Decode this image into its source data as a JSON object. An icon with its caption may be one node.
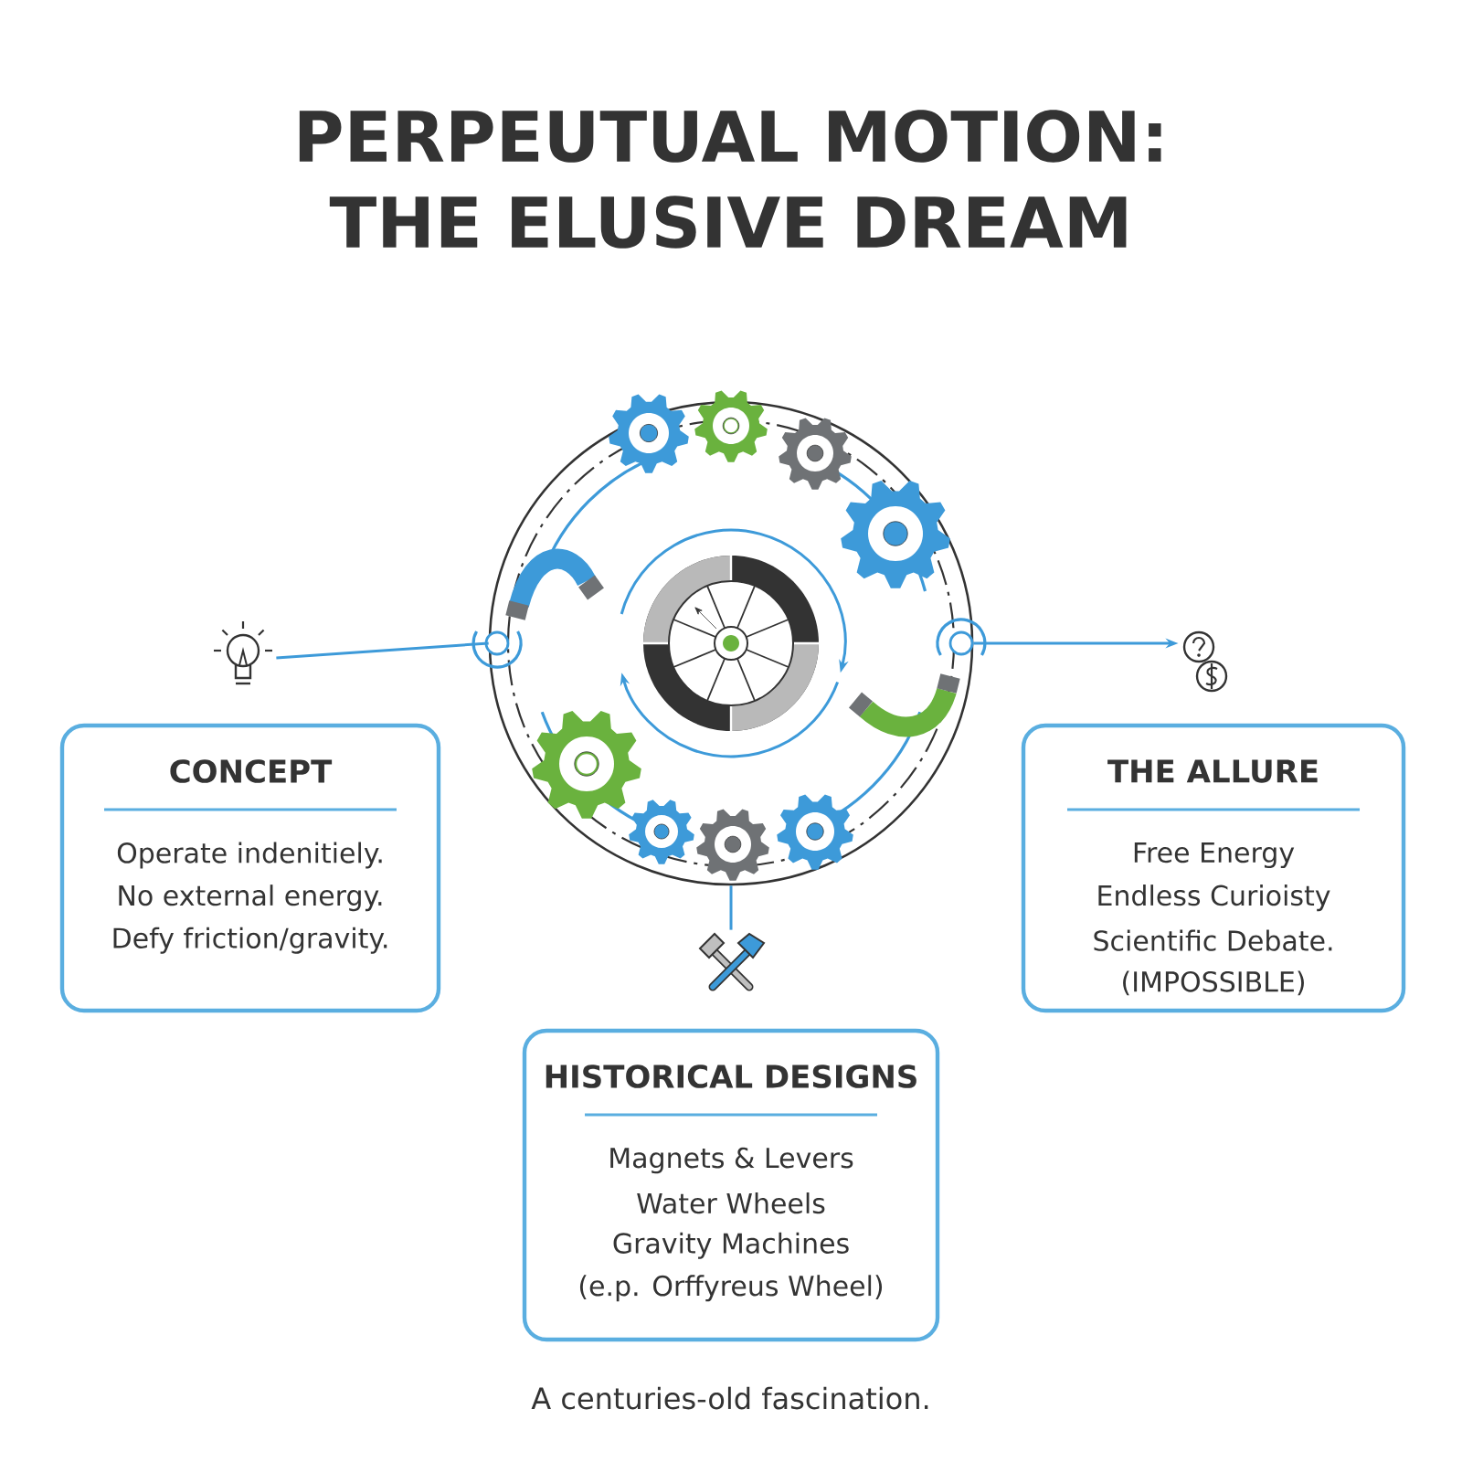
{
  "diagram": {
    "title": "PERPEUTUAL MOTION: THE ELUSIVE DREAM",
    "caption": "A centuries-old fascination.",
    "nodes": [
      {
        "text": [],
        "shape": "picture"
      },
      {
        "text": [
          "CONCEPT",
          "Operate indenitiely.",
          "No external energy.",
          "Defy friction/gravity."
        ]
      },
      {
        "text": [],
        "shape": "picture"
      },
      {
        "text": [],
        "shape": "picture"
      },
      {
        "text": [
          "THE ALLURE",
          "Free Energy",
          "Endless Curioisty",
          "Scientific Debate.",
          "(IMPOSSIBLE)"
        ]
      },
      {
        "text": [],
        "shape": "picture"
      },
      {
        "text": [
          "HISTORICAL DESIGNS",
          "Magnets & Levers",
          "Water Wheels",
          "Gravity Machines",
          "(e.p. Orffyreus Wheel)"
        ]
      }
    ],
    "edges": [
      {
        "from": 2,
        "to": 0,
        "arrow": "none"
      },
      {
        "from": 2,
        "to": 3,
        "arrow": "to"
      },
      {
        "from": 2,
        "to": 5,
        "arrow": "none"
      }
    ]
  }
}
